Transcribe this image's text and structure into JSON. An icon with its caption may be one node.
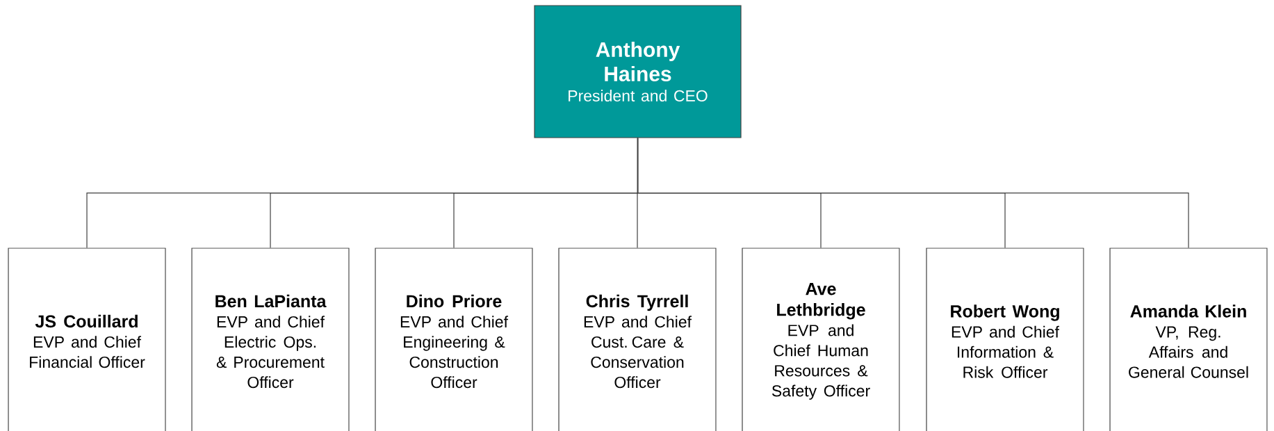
{
  "diagram": {
    "nodes": [
      {
        "text": [
          "Anthony Haines",
          "President and CEO"
        ]
      },
      {
        "text": [
          "JS Couillard",
          "EVP and Chief Financial Officer"
        ]
      },
      {
        "text": [
          "Ben LaPianta",
          "EVP and Chief Electric Ops. & Procurement Officer"
        ]
      },
      {
        "text": [
          "Dino Priore",
          "EVP and Chief Engineering & Construction Officer"
        ]
      },
      {
        "text": [
          "Chris Tyrrell",
          "EVP and Chief Cust. Care & Conservation Officer"
        ]
      },
      {
        "text": [
          "Ave Lethbridge",
          "EVP and Chief Human Resources & Safety Officer"
        ]
      },
      {
        "text": [
          "Robert Wong",
          "EVP and Chief Information & Risk Officer"
        ]
      },
      {
        "text": [
          "Amanda Klein",
          "VP, Reg. Affairs and General Counsel"
        ]
      }
    ],
    "edges": [
      {
        "from": 0,
        "to": 1,
        "arrow": "none"
      },
      {
        "from": 0,
        "to": 2,
        "arrow": "none"
      },
      {
        "from": 0,
        "to": 3,
        "arrow": "none"
      },
      {
        "from": 0,
        "to": 4,
        "arrow": "none"
      },
      {
        "from": 0,
        "to": 5,
        "arrow": "none"
      },
      {
        "from": 0,
        "to": 6,
        "arrow": "none"
      },
      {
        "from": 0,
        "to": 7,
        "arrow": "none"
      }
    ]
  }
}
